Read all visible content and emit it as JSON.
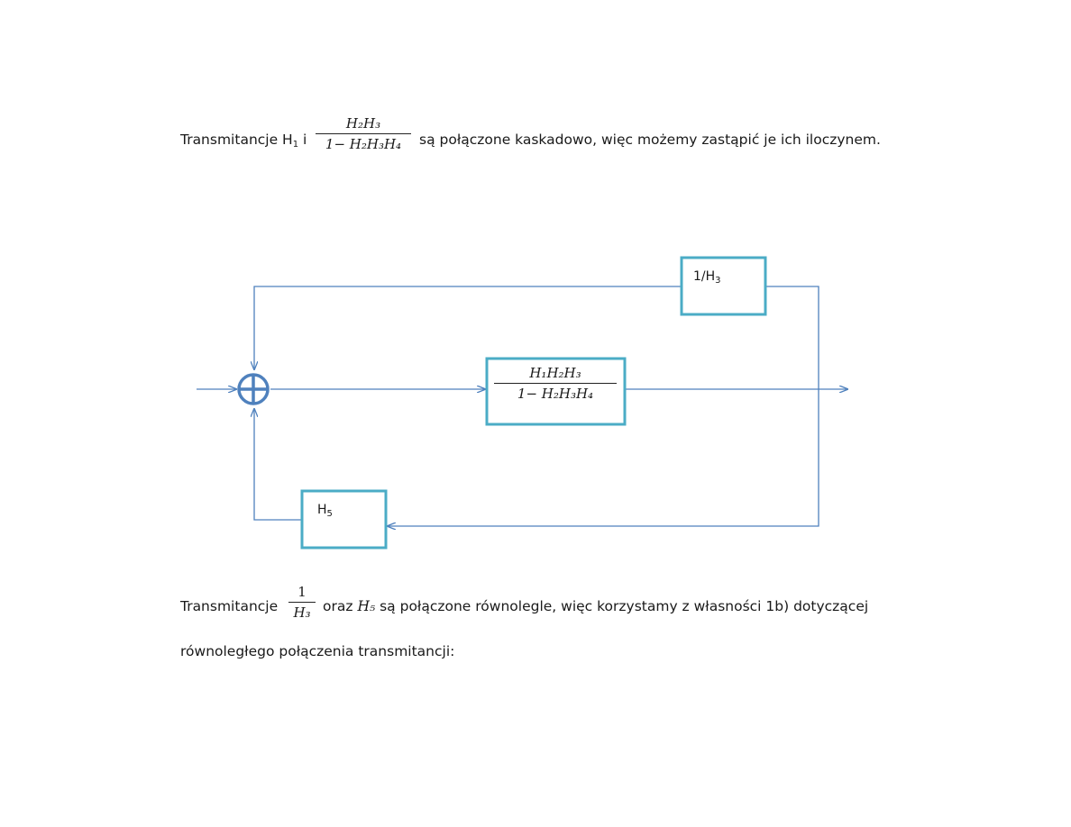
{
  "line1": {
    "prefix": "Transmitancje H",
    "h_sub": "1",
    "conj": " i",
    "fraction_num": "H₂H₃",
    "fraction_den": "1− H₂H₃H₄",
    "suffix": "są połączone kaskadowo, więc możemy zastąpić je ich iloczynem."
  },
  "diagram": {
    "box_top_label": "1/H",
    "box_top_sub": "3",
    "box_mid_num": "H₁H₂H₃",
    "box_mid_den": "1− H₂H₃H₄",
    "box_bottom_label": "H",
    "box_bottom_sub": "5",
    "line_color": "#4f81bd",
    "box_border_color": "#4bacc6"
  },
  "line2": {
    "prefix": "Transmitancje",
    "frac_num": "1",
    "frac_den": "H₃",
    "oraz": "oraz",
    "h5": "H₅",
    "suffix": "są połączone równolegle, więc korzystamy z własności 1b) dotyczącej"
  },
  "line3": {
    "text": "równoległego połączenia transmitancji:"
  }
}
